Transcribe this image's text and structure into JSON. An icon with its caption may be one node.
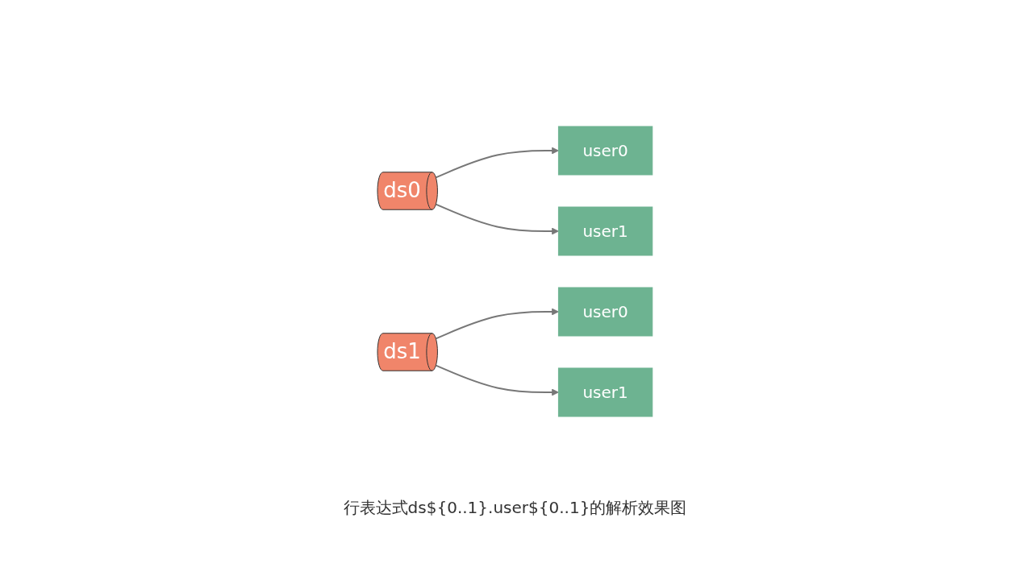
{
  "diagram": {
    "caption": "行表达式ds${0..1}.user${0..1}的解析效果图",
    "nodes": [
      {
        "text": [
          "ds0"
        ]
      },
      {
        "text": [
          "ds1"
        ]
      },
      {
        "text": [
          "user0"
        ]
      },
      {
        "text": [
          "user1"
        ]
      },
      {
        "text": [
          "user0"
        ]
      },
      {
        "text": [
          "user1"
        ]
      }
    ],
    "edges": [
      {
        "from": 0,
        "to": 2,
        "arrow": "to"
      },
      {
        "from": 0,
        "to": 3,
        "arrow": "to"
      },
      {
        "from": 1,
        "to": 4,
        "arrow": "to"
      },
      {
        "from": 1,
        "to": 5,
        "arrow": "to"
      }
    ]
  }
}
